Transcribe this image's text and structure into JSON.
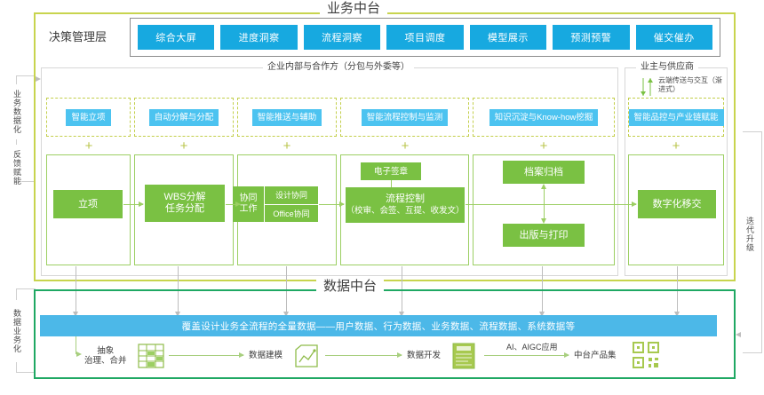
{
  "diagram": {
    "business_platform": {
      "title": "业务中台",
      "decision_layer_label": "决策管理层",
      "decision_buttons": [
        "综合大屏",
        "进度洞察",
        "流程洞察",
        "项目调度",
        "模型展示",
        "预测预警",
        "催交催办"
      ],
      "groups": {
        "internal": "企业内部与合作方（分包与外委等）",
        "owner": "业主与供应商"
      },
      "cloud_note": "云端传送与交互（渐进式）",
      "ai_capabilities": [
        "智能立项",
        "自动分解与分配",
        "智能推送与辅助",
        "智能流程控制与监测",
        "知识沉淀与Know-how挖掘",
        "智能品控与产业链赋能"
      ],
      "plus_symbol": "+",
      "process_steps": [
        {
          "label": "立项"
        },
        {
          "label": "WBS分解\n任务分配",
          "line1": "WBS分解",
          "line2": "任务分配"
        },
        {
          "label": "协同工作",
          "left": "协同\n工作",
          "left_line1": "协同",
          "left_line2": "工作",
          "sub": [
            "设计协同",
            "Office协同"
          ]
        },
        {
          "label": "流程控制",
          "top_chip": "电子签章",
          "line1": "流程控制",
          "line2": "（校审、会签、互提、收发文）"
        },
        {
          "label": "档案归档",
          "second": "出版与打印"
        },
        {
          "label": "数字化移交"
        }
      ]
    },
    "data_platform": {
      "title": "数据中台",
      "data_bar": "覆盖设计业务全流程的全量数据——用户数据、行为数据、业务数据、流程数据、系统数据等",
      "pipeline": [
        {
          "label_line1": "抽象",
          "label_line2": "治理、合并",
          "icon": "table-grid-icon"
        },
        {
          "label_line1": "数据建模",
          "label_line2": "",
          "icon": "chart-box-icon"
        },
        {
          "label_line1": "数据开发",
          "label_line2": "",
          "icon": "code-book-icon"
        },
        {
          "label_line1": "中台产品集",
          "label_line2": "",
          "icon": "qr-code-icon"
        }
      ],
      "ai_application_label": "AI、AIGC应用"
    },
    "side_rails": {
      "left_top": "业务数据化",
      "left_mid": "反馈赋能",
      "left_bottom": "数据业务化",
      "right": "迭代升级"
    },
    "colors": {
      "blue_button": "#17a9e0",
      "light_blue_chip": "#4cc3f0",
      "green_box": "#7ac143",
      "green_border": "#9ccf63",
      "olive_border": "#c8d44e",
      "data_green_border": "#1fa863",
      "data_bar_blue": "#4cb8e8"
    }
  }
}
